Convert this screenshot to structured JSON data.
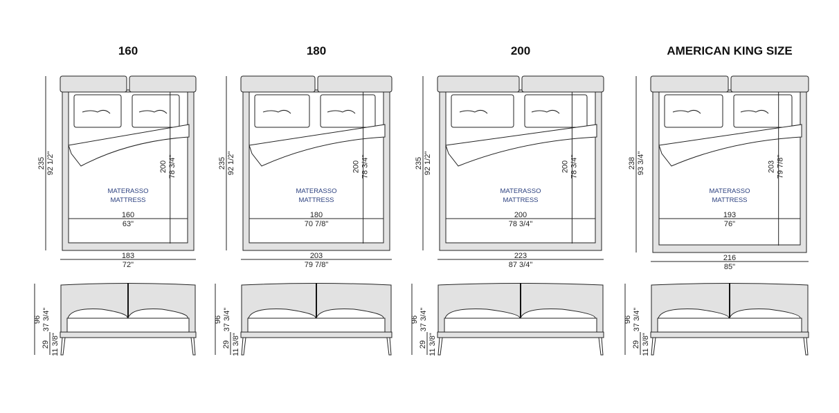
{
  "beds": [
    {
      "title": "160",
      "overall_length_cm": "235",
      "overall_length_in": "92 1/2\"",
      "mattress_length_cm": "200",
      "mattress_length_in": "78 3/4\"",
      "mattress_label_it": "MATERASSO",
      "mattress_label_en": "MATTRESS",
      "mattress_width_cm": "160",
      "mattress_width_in": "63\"",
      "overall_width_cm": "183",
      "overall_width_in": "72\"",
      "height_cm": "96",
      "height_in": "37 3/4\"",
      "frame_height_cm": "29",
      "frame_height_in": "11 3/8\""
    },
    {
      "title": "180",
      "overall_length_cm": "235",
      "overall_length_in": "92 1/2\"",
      "mattress_length_cm": "200",
      "mattress_length_in": "78 3/4\"",
      "mattress_label_it": "MATERASSO",
      "mattress_label_en": "MATTRESS",
      "mattress_width_cm": "180",
      "mattress_width_in": "70 7/8\"",
      "overall_width_cm": "203",
      "overall_width_in": "79 7/8\"",
      "height_cm": "96",
      "height_in": "37 3/4\"",
      "frame_height_cm": "29",
      "frame_height_in": "11 3/8\""
    },
    {
      "title": "200",
      "overall_length_cm": "235",
      "overall_length_in": "92 1/2\"",
      "mattress_length_cm": "200",
      "mattress_length_in": "78 3/4\"",
      "mattress_label_it": "MATERASSO",
      "mattress_label_en": "MATTRESS",
      "mattress_width_cm": "200",
      "mattress_width_in": "78 3/4\"",
      "overall_width_cm": "223",
      "overall_width_in": "87 3/4\"",
      "height_cm": "96",
      "height_in": "37 3/4\"",
      "frame_height_cm": "29",
      "frame_height_in": "11 3/8\""
    },
    {
      "title": "AMERICAN KING SIZE",
      "overall_length_cm": "238",
      "overall_length_in": "93 3/4\"",
      "mattress_length_cm": "203",
      "mattress_length_in": "79 7/8\"",
      "mattress_label_it": "MATERASSO",
      "mattress_label_en": "MATTRESS",
      "mattress_width_cm": "193",
      "mattress_width_in": "76\"",
      "overall_width_cm": "216",
      "overall_width_in": "85\"",
      "height_cm": "96",
      "height_in": "37 3/4\"",
      "frame_height_cm": "29",
      "frame_height_in": "11 3/8\""
    }
  ]
}
